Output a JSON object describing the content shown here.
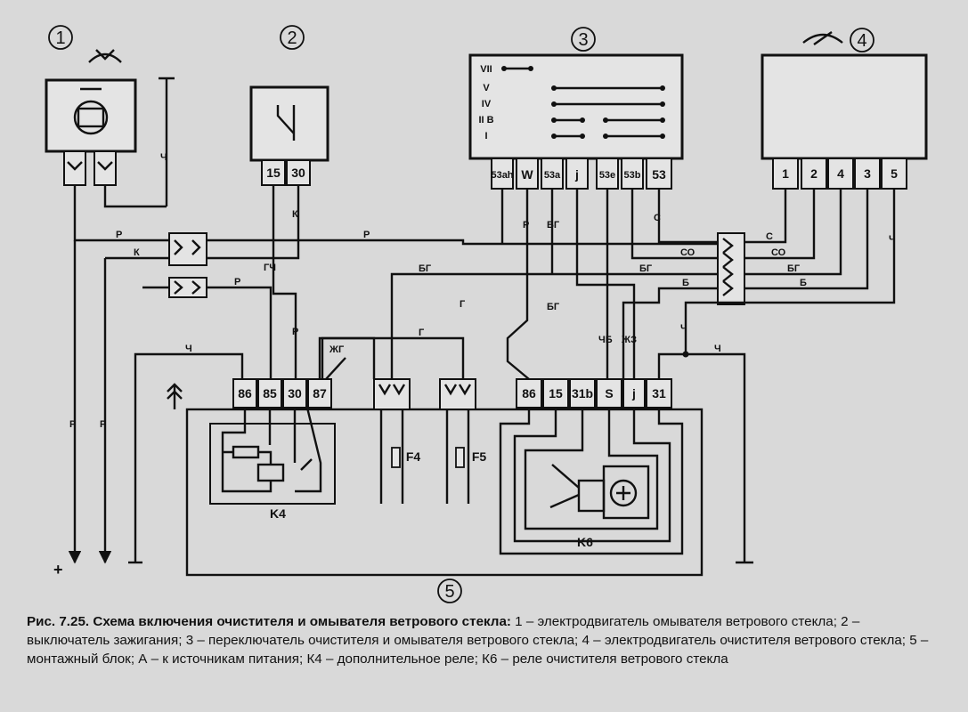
{
  "components": {
    "c1": {
      "number": "1"
    },
    "c2": {
      "number": "2",
      "pins": [
        "15",
        "30"
      ]
    },
    "c3": {
      "number": "3",
      "pins": [
        "53ah",
        "W",
        "53a",
        "j",
        "53e",
        "53b",
        "53"
      ],
      "positions": [
        "VII",
        "V",
        "IV",
        "II B",
        "I"
      ]
    },
    "c4": {
      "number": "4",
      "pins": [
        "1",
        "2",
        "4",
        "3",
        "5"
      ]
    },
    "c5": {
      "number": "5"
    },
    "k4": {
      "label": "K4",
      "pins": [
        "86",
        "85",
        "30",
        "87"
      ]
    },
    "k6": {
      "label": "K6",
      "pins": [
        "86",
        "15",
        "31b",
        "S",
        "j",
        "31"
      ]
    },
    "f4": {
      "label": "F4"
    },
    "f5": {
      "label": "F5"
    }
  },
  "wires": {
    "p": "Р",
    "k": "К",
    "ch": "Ч",
    "gch": "ГЧ",
    "bg": "БГ",
    "g": "Г",
    "zhg": "ЖГ",
    "s": "С",
    "so": "СО",
    "b": "Б",
    "chb": "ЧБ",
    "zhz": "ЖЗ"
  },
  "plus_sign": "+",
  "caption": {
    "title": "Рис. 7.25. Схема включения очистителя и омывателя ветрового стекла:",
    "text": " 1 – электродвигатель омывателя ветрового стекла; 2 – выключатель зажигания; 3 – переключатель очистителя и омывателя ветрового стекла; 4 – электродвигатель очистителя ветрового стекла; 5 – монтажный блок; А – к источникам питания; К4 – дополнительное реле; К6 – реле очистителя ветрового стекла"
  }
}
